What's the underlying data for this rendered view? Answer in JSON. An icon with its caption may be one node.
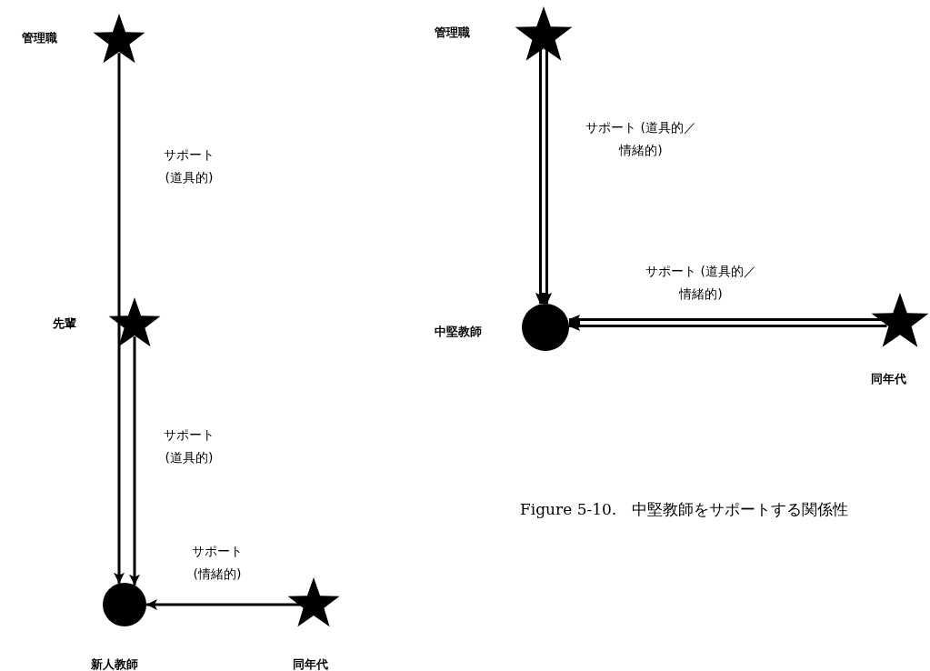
{
  "diagram": {
    "caption": "Figure 5-10.　中堅教師をサポートする関係性",
    "nodes": [
      {
        "text": [],
        "shape": "star",
        "beside": [
          "管理職"
        ]
      },
      {
        "text": [],
        "shape": "star",
        "beside": [
          "先輩"
        ]
      },
      {
        "text": [],
        "shape": "circle",
        "beside": [
          "新人教師"
        ]
      },
      {
        "text": [],
        "shape": "star",
        "beside": [
          "同年代"
        ]
      },
      {
        "text": [],
        "shape": "star",
        "beside": [
          "管理職"
        ]
      },
      {
        "text": [],
        "shape": "circle",
        "beside": [
          "中堅教師"
        ]
      },
      {
        "text": [],
        "shape": "star",
        "beside": [
          "同年代"
        ]
      }
    ],
    "edges": [
      {
        "from": 0,
        "to": 2,
        "arrow": "to",
        "label": "サポート (道具的)"
      },
      {
        "from": 1,
        "to": 2,
        "arrow": "to",
        "label": "サポート (道具的)"
      },
      {
        "from": 3,
        "to": 2,
        "arrow": "to",
        "label": "サポート (情緒的)"
      },
      {
        "from": 4,
        "to": 5,
        "arrow": "to",
        "label": "サポート (道具的／情緒的)",
        "style": "thick"
      },
      {
        "from": 6,
        "to": 5,
        "arrow": "to",
        "label": "サポート (道具的／情緒的)",
        "style": "thick"
      }
    ]
  }
}
